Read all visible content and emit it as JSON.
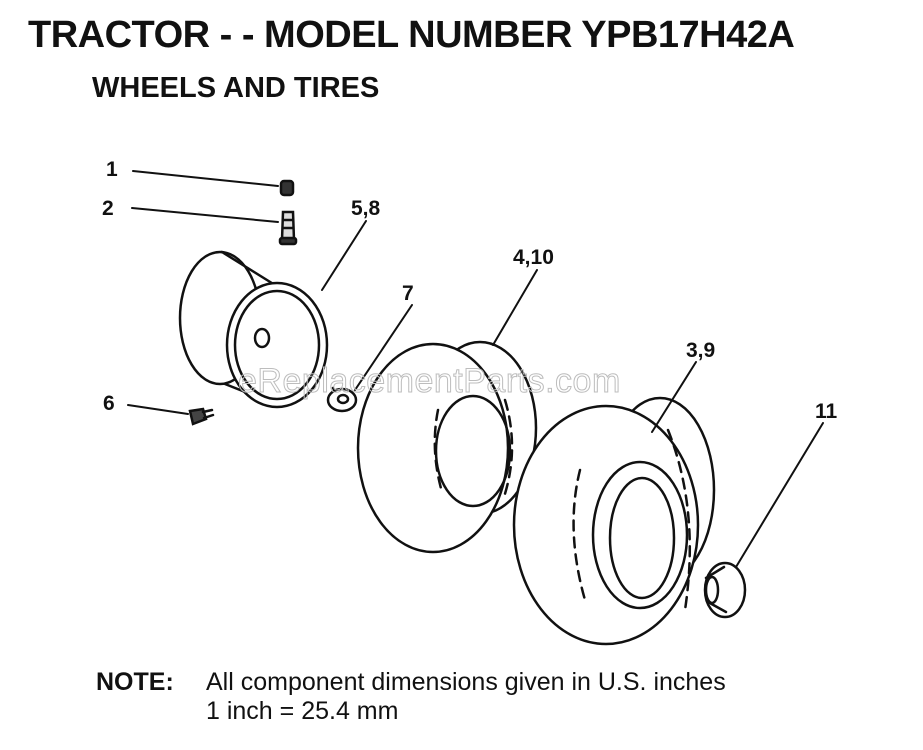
{
  "header": {
    "title": "TRACTOR - - MODEL NUMBER YPB17H42A",
    "subtitle": "WHEELS AND TIRES"
  },
  "callouts": [
    "1",
    "2",
    "5,8",
    "7",
    "4,10",
    "3,9",
    "6",
    "11"
  ],
  "watermark": "eReplacementParts.com",
  "note": {
    "label": "NOTE:",
    "line1": "All component dimensions given in U.S. inches",
    "line2": "1 inch = 25.4 mm"
  },
  "colors": {
    "ink": "#111111",
    "watermark": "#bdbdbd",
    "background": "#ffffff"
  }
}
